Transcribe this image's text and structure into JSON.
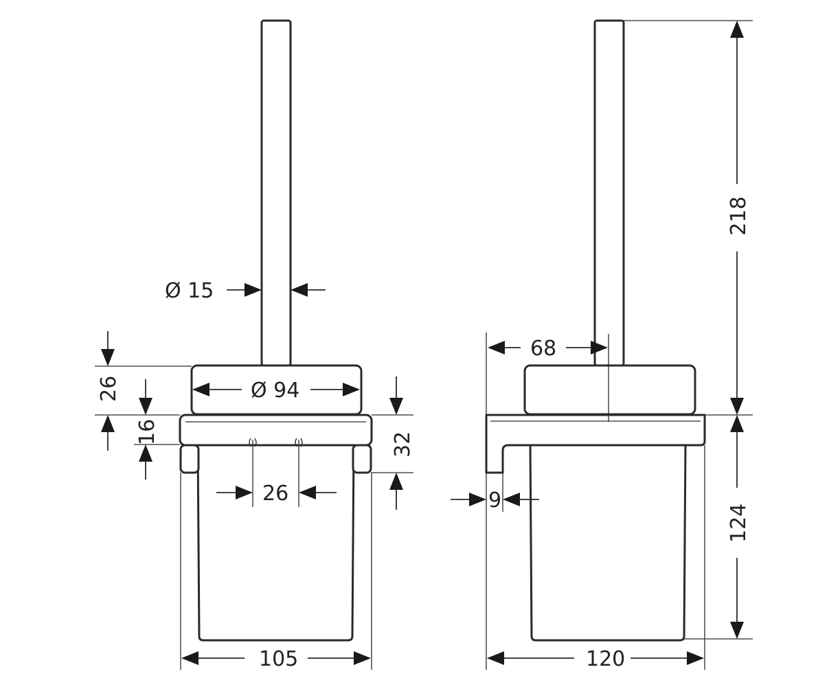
{
  "diagram": {
    "front_view": {
      "handle_diameter": "Ø 15",
      "lid_diameter": "Ø 94",
      "lid_height": "26",
      "bracket_height": "16",
      "glass_offset": "32",
      "screw_spacing": "26",
      "overall_width": "105"
    },
    "side_view": {
      "projection": "68",
      "wall_gap": "9",
      "overall_depth": "120",
      "handle_height": "218",
      "holder_height": "124"
    },
    "colors": {
      "line": "#2a2a2a",
      "background": "#ffffff"
    }
  }
}
